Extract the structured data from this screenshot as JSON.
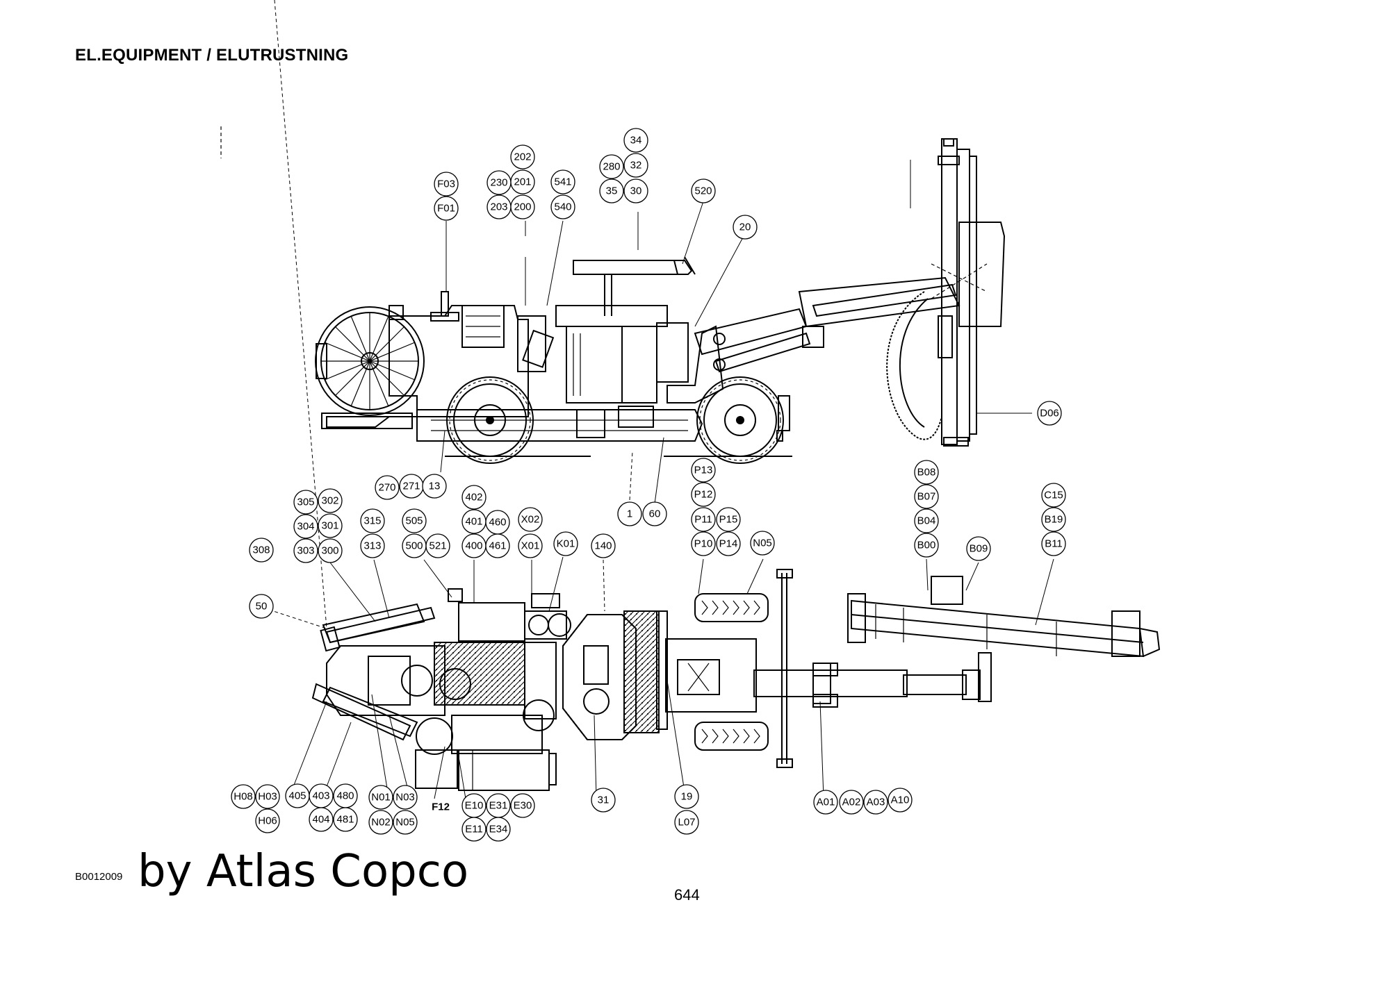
{
  "header": {
    "title": "EL.EQUIPMENT / ELUTRUSTNING"
  },
  "footer": {
    "doc_code": "B0012009",
    "byline": "by Atlas Copco",
    "page_number": "644"
  },
  "callouts": [
    "34",
    "280",
    "32",
    "35",
    "30",
    "202",
    "230",
    "201",
    "203",
    "200",
    "541",
    "540",
    "F03",
    "F01",
    "520",
    "20",
    "D06",
    "270",
    "271",
    "13",
    "1",
    "60",
    "P13",
    "P12",
    "P11",
    "P15",
    "P10",
    "P14",
    "N05",
    "B08",
    "B07",
    "B04",
    "B00",
    "B09",
    "C15",
    "B19",
    "B11",
    "305",
    "302",
    "304",
    "301",
    "303",
    "300",
    "308",
    "315",
    "313",
    "505",
    "500",
    "521",
    "402",
    "401",
    "460",
    "400",
    "461",
    "X02",
    "X01",
    "K01",
    "140",
    "50",
    "H08",
    "H03",
    "H06",
    "405",
    "403",
    "480",
    "404",
    "481",
    "N01",
    "N03",
    "N02",
    "N05",
    "F12",
    "E10",
    "E31",
    "E30",
    "E11",
    "E34",
    "31",
    "19",
    "L07",
    "A01",
    "A02",
    "A03",
    "A10"
  ]
}
